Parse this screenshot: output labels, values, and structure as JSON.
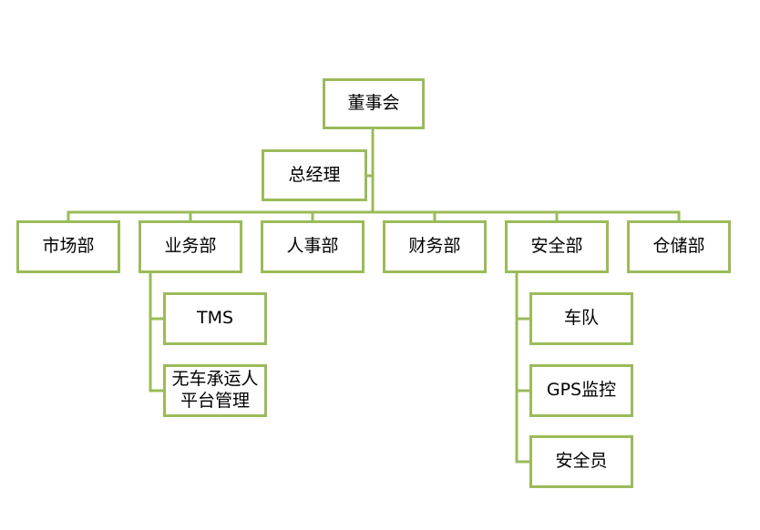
{
  "colors": {
    "border": "#9bbb59",
    "connector": "#9bbb59",
    "text": "#000000",
    "background": "#ffffff"
  },
  "nodes": {
    "board": "董事会",
    "general_manager": "总经理",
    "departments": {
      "market": "市场部",
      "business": "业务部",
      "hr": "人事部",
      "finance": "财务部",
      "safety": "安全部",
      "warehouse": "仓储部"
    },
    "business_children": {
      "tms": "TMS",
      "platform": "无车承运人\n平台管理"
    },
    "safety_children": {
      "fleet": "车队",
      "gps": "GPS监控",
      "safety_officer": "安全员"
    }
  }
}
